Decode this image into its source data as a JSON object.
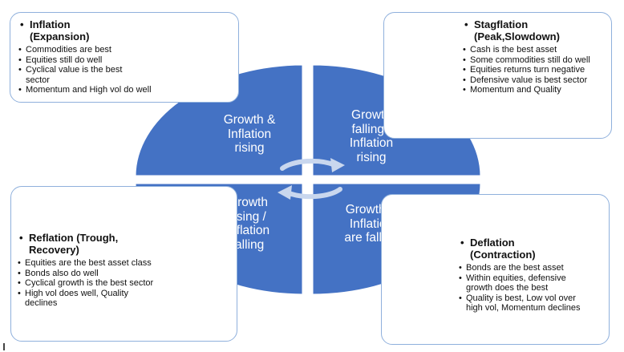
{
  "colors": {
    "quadrant_fill": "#4472c4",
    "box_border": "#8fb0dc",
    "arrow": "#b7c9e8"
  },
  "quadrants": {
    "top_left": [
      "Growth &",
      "Inflation",
      "rising"
    ],
    "top_right": [
      "Growth",
      "falling /",
      "Inflation",
      "rising"
    ],
    "bottom_left": [
      "Growth",
      "rising /",
      "Inflation",
      "falling"
    ],
    "bottom_right": [
      "Growth &",
      "Inflation",
      "are falling"
    ]
  },
  "boxes": {
    "inflation": {
      "title_line1": "Inflation",
      "title_line2": "(Expansion)",
      "items": [
        "Commodities are best",
        "Equities still do well",
        "Cyclical value is the best sector",
        "Momentum and High vol do well"
      ]
    },
    "stagflation": {
      "title_line1": "Stagflation",
      "title_line2": "(Peak,Slowdown)",
      "items": [
        "Cash is the best asset",
        "Some commodities still do well",
        "Equities returns turn negative",
        "Defensive value is best sector",
        "Momentum and Quality"
      ]
    },
    "reflation": {
      "title_line1": "Reflation (Trough,",
      "title_line2": "Recovery)",
      "items": [
        "Equities are the best asset class",
        "Bonds also do well",
        "Cyclical growth is the best sector",
        " High vol does well, Quality declines"
      ]
    },
    "deflation": {
      "title_line1": "Deflation",
      "title_line2": "(Contraction)",
      "items": [
        "Bonds are the best asset",
        "Within equities, defensive growth does the best",
        "Quality is best, Low vol over high vol, Momentum declines"
      ]
    }
  }
}
